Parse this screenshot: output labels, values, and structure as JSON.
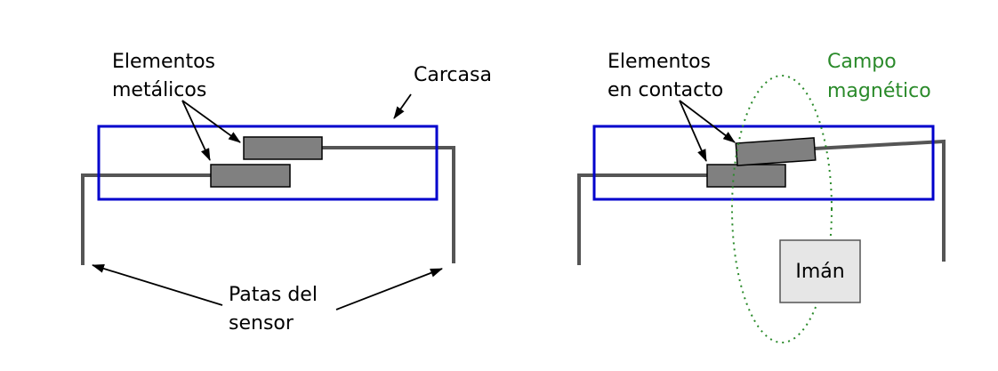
{
  "colors": {
    "casing": "#0000cc",
    "wire": "#555555",
    "reed": "#808080",
    "field": "#2a8a2a",
    "magnet_fill": "#e6e6e6",
    "magnet_stroke": "#555555"
  },
  "left": {
    "label_elements": [
      "Elementos",
      "metálicos"
    ],
    "label_casing": "Carcasa",
    "label_legs": [
      "Patas del",
      "sensor"
    ]
  },
  "right": {
    "label_elements": [
      "Elementos",
      "en contacto"
    ],
    "label_field": [
      "Campo",
      "magnético"
    ],
    "label_magnet": "Imán"
  }
}
